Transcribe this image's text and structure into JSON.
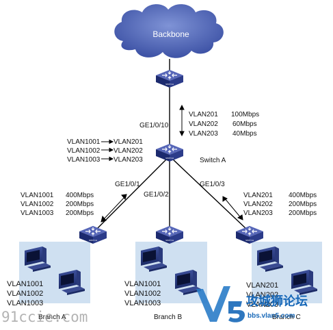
{
  "cloud": {
    "label": "Backbone"
  },
  "core": {
    "name": "Switch A",
    "uplink_port": "GE1/0/10",
    "uplink_rates": [
      {
        "vlan": "VLAN201",
        "rate": "100Mbps"
      },
      {
        "vlan": "VLAN202",
        "rate": "60Mbps"
      },
      {
        "vlan": "VLAN203",
        "rate": "40Mbps"
      }
    ],
    "mappings": [
      {
        "from": "VLAN1001",
        "to": "VLAN201"
      },
      {
        "from": "VLAN1002",
        "to": "VLAN202"
      },
      {
        "from": "VLAN1003",
        "to": "VLAN203"
      }
    ]
  },
  "branches": [
    {
      "name": "Branch A",
      "port": "GE1/0/1",
      "rates": [
        {
          "vlan": "VLAN1001",
          "rate": "400Mbps"
        },
        {
          "vlan": "VLAN1002",
          "rate": "200Mbps"
        },
        {
          "vlan": "VLAN1003",
          "rate": "200Mbps"
        }
      ],
      "vlans": [
        "VLAN1001",
        "VLAN1002",
        "VLAN1003"
      ]
    },
    {
      "name": "Branch B",
      "port": "GE1/0/2",
      "rates": [],
      "vlans": [
        "VLAN1001",
        "VLAN1002",
        "VLAN1003"
      ]
    },
    {
      "name": "Branch C",
      "port": "GE1/0/3",
      "rates": [
        {
          "vlan": "VLAN201",
          "rate": "400Mbps"
        },
        {
          "vlan": "VLAN202",
          "rate": "200Mbps"
        },
        {
          "vlan": "VLAN203",
          "rate": "200Mbps"
        }
      ],
      "vlans": [
        "VLAN201",
        "VLAN202",
        "VLAN203"
      ]
    }
  ],
  "switch_badge": "SWITCH",
  "watermarks": {
    "left": "91ccie.com",
    "right_title": "攻城狮论坛",
    "right_url": "bbs.vlan5.com"
  },
  "colors": {
    "cloud": "#4d63b4",
    "switch": "#20307a",
    "panel": "#cfe0f1",
    "link": "#000000"
  }
}
